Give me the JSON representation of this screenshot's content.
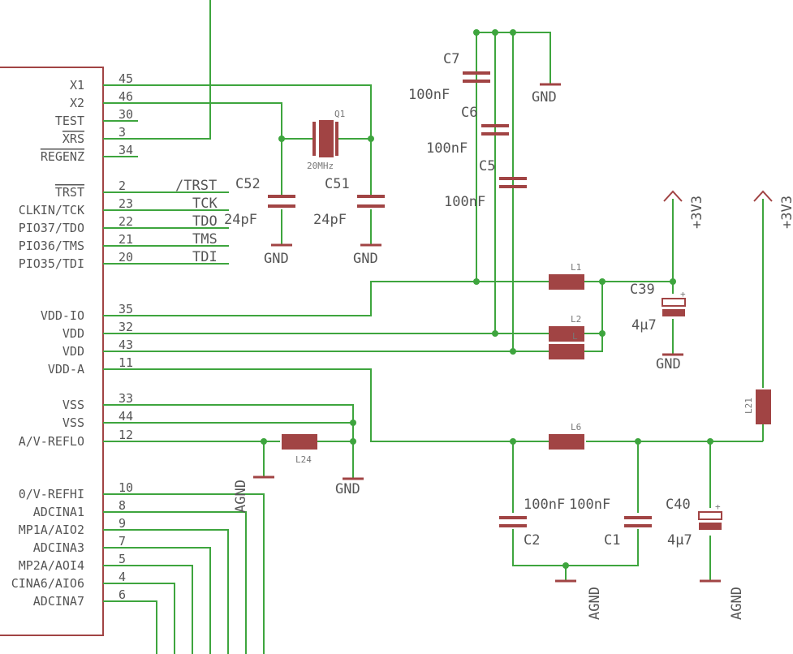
{
  "colors": {
    "wire": "#3ea53e",
    "part": "#a14444",
    "text": "#555555",
    "background": "#ffffff"
  },
  "ic": {
    "pins": [
      {
        "name": "X1",
        "num": "45",
        "overline": false
      },
      {
        "name": "X2",
        "num": "46",
        "overline": false
      },
      {
        "name": "TEST",
        "num": "30",
        "overline": false
      },
      {
        "name": "XRS",
        "num": "3",
        "overline": true
      },
      {
        "name": "REGENZ",
        "num": "34",
        "overline": true
      },
      {
        "name": "TRST",
        "num": "2",
        "overline": true
      },
      {
        "name": "CLKIN/TCK",
        "num": "23",
        "overline": false
      },
      {
        "name": "PIO37/TDO",
        "num": "22",
        "overline": false
      },
      {
        "name": "PIO36/TMS",
        "num": "21",
        "overline": false
      },
      {
        "name": "PIO35/TDI",
        "num": "20",
        "overline": false
      },
      {
        "name": "VDD-IO",
        "num": "35",
        "overline": false
      },
      {
        "name": "VDD",
        "num": "32",
        "overline": false
      },
      {
        "name": "VDD",
        "num": "43",
        "overline": false
      },
      {
        "name": "VDD-A",
        "num": "11",
        "overline": false
      },
      {
        "name": "VSS",
        "num": "33",
        "overline": false
      },
      {
        "name": "VSS",
        "num": "44",
        "overline": false
      },
      {
        "name": "A/V-REFLO",
        "num": "12",
        "overline": false
      },
      {
        "name": "0/V-REFHI",
        "num": "10",
        "overline": false
      },
      {
        "name": "ADCINA1",
        "num": "8",
        "overline": false
      },
      {
        "name": "MP1A/AIO2",
        "num": "9",
        "overline": false
      },
      {
        "name": "ADCINA3",
        "num": "7",
        "overline": false
      },
      {
        "name": "MP2A/AOI4",
        "num": "5",
        "overline": false
      },
      {
        "name": "CINA6/AIO6",
        "num": "4",
        "overline": false
      },
      {
        "name": "ADCINA7",
        "num": "6",
        "overline": false
      }
    ]
  },
  "jtag_nets": [
    "/TRST",
    "TCK",
    "TDO",
    "TMS",
    "TDI"
  ],
  "crystal": {
    "ref": "Q1",
    "value": "20MHz"
  },
  "capacitors": {
    "C52": {
      "ref": "C52",
      "value": "24pF"
    },
    "C51": {
      "ref": "C51",
      "value": "24pF"
    },
    "C7": {
      "ref": "C7",
      "value": "100nF"
    },
    "C6": {
      "ref": "C6",
      "value": "100nF"
    },
    "C5": {
      "ref": "C5",
      "value": "100nF"
    },
    "C39": {
      "ref": "C39",
      "value": "4µ7"
    },
    "C2": {
      "ref": "C2",
      "value": "100nF"
    },
    "C1": {
      "ref": "C1",
      "value": "100nF"
    },
    "C40": {
      "ref": "C40",
      "value": "4µ7"
    }
  },
  "inductors": {
    "L1": "L1",
    "L2": "L2",
    "L2b": "L",
    "L6": "L6",
    "L21": "L21",
    "L24": "L24"
  },
  "power": {
    "gnd": "GND",
    "agnd": "AGND",
    "supply": "+3V3"
  }
}
